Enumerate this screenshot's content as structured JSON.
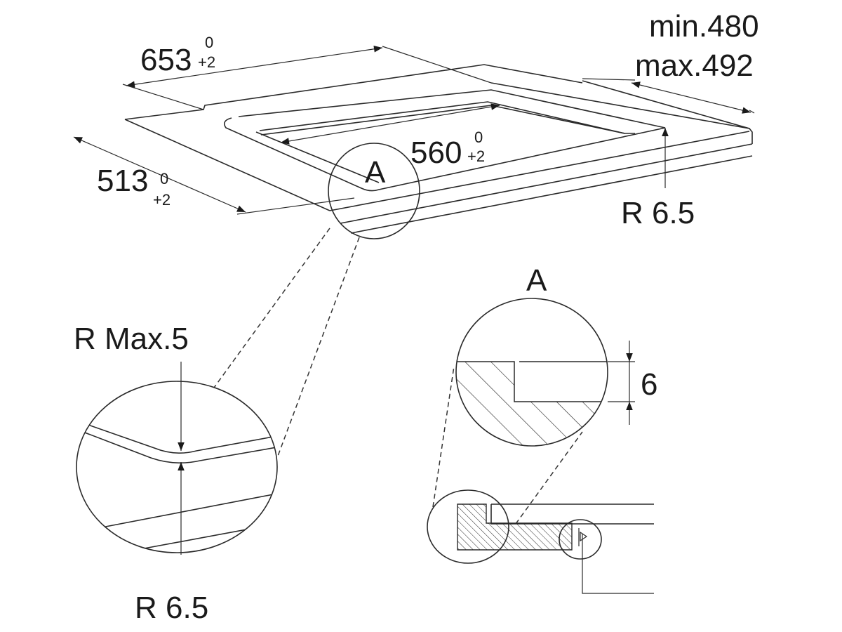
{
  "diagram": {
    "dim_width": {
      "value": "653",
      "tol_upper": "0",
      "tol_lower": "+2"
    },
    "dim_cutout": {
      "value": "560",
      "tol_upper": "0",
      "tol_lower": "+2"
    },
    "dim_depth": {
      "value": "513",
      "tol_upper": "0",
      "tol_lower": "+2"
    },
    "dim_worktop_min": "min.480",
    "dim_worktop_max": "max.492",
    "radius_top": "R 6.5",
    "detail_marker": "A",
    "detail_left_radius_top": "R Max.5",
    "detail_left_radius_bottom": "R 6.5",
    "detail_right_title": "A",
    "detail_right_dim": "6"
  }
}
